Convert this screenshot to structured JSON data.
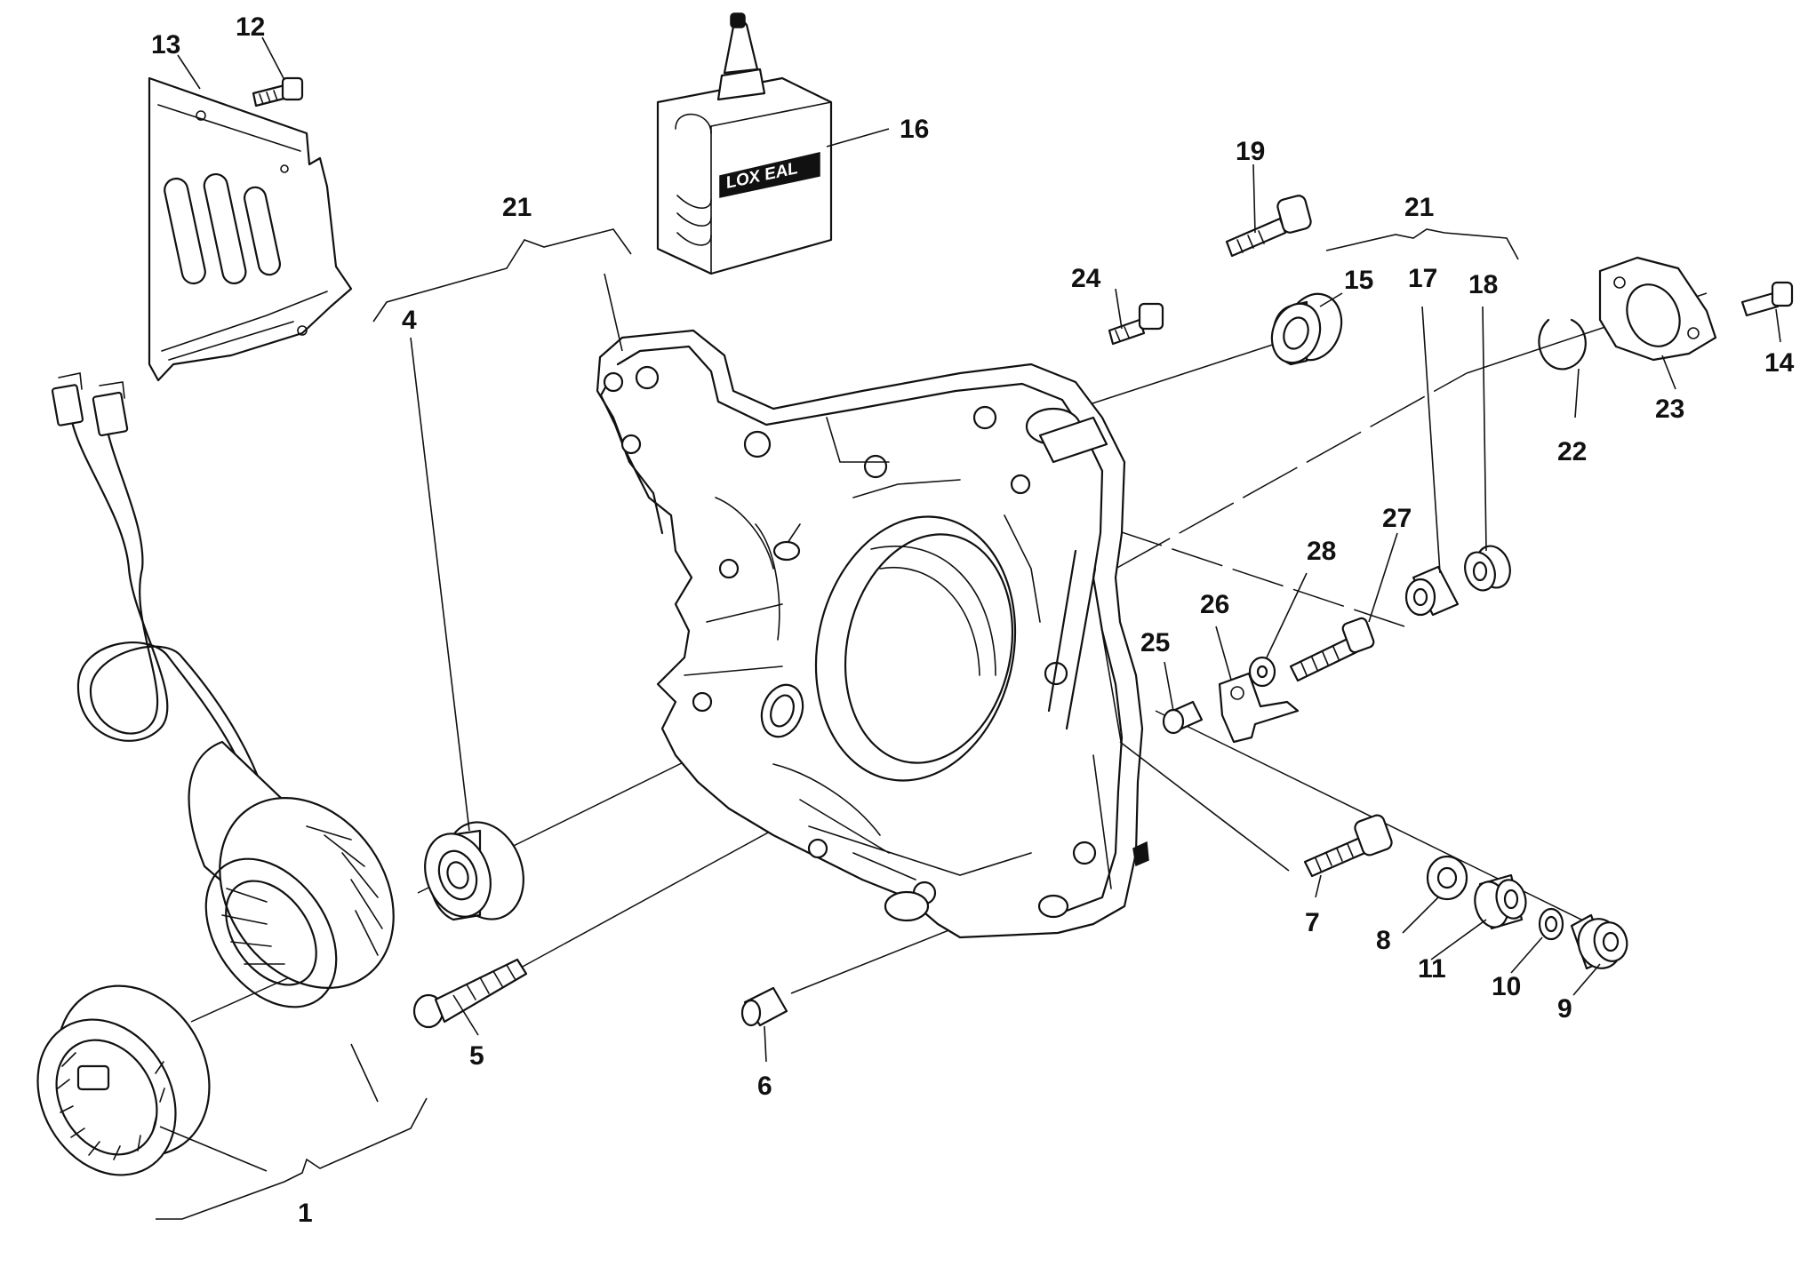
{
  "product_label": "LOX EAL",
  "callouts": {
    "c1": "1",
    "c4": "4",
    "c5": "5",
    "c6": "6",
    "c7": "7",
    "c8": "8",
    "c9": "9",
    "c10": "10",
    "c11": "11",
    "c12": "12",
    "c13": "13",
    "c14": "14",
    "c15": "15",
    "c16": "16",
    "c17": "17",
    "c18": "18",
    "c19": "19",
    "c21a": "21",
    "c21b": "21",
    "c22": "22",
    "c23": "23",
    "c24": "24",
    "c25": "25",
    "c26": "26",
    "c27": "27",
    "c28": "28"
  }
}
